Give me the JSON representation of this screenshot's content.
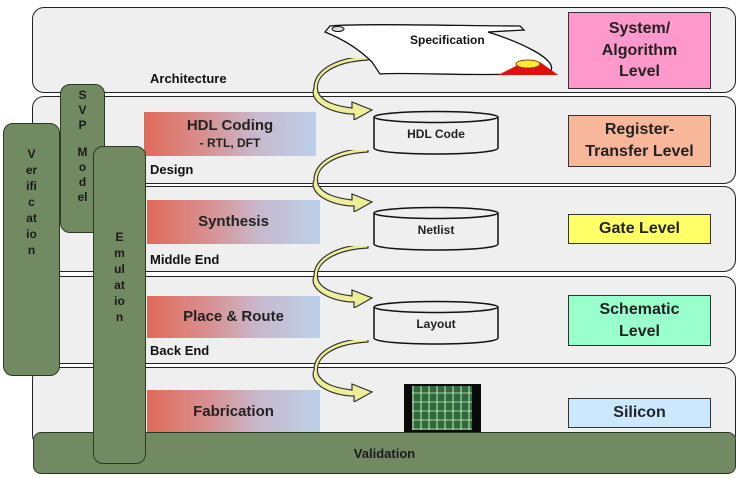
{
  "stages": [
    {
      "stage": "Architecture",
      "process": null,
      "process_sub": null,
      "artifact": "Specification",
      "level": "System/ Algorithm Level",
      "level_color": "#ff99cc"
    },
    {
      "stage": "Design",
      "process": "HDL Coding",
      "process_sub": "- RTL, DFT",
      "artifact": "HDL Code",
      "level": "Register- Transfer Level",
      "level_color": "#f8b79a"
    },
    {
      "stage": "Middle End",
      "process": "Synthesis",
      "process_sub": null,
      "artifact": "Netlist",
      "level": "Gate Level",
      "level_color": "#ffff66"
    },
    {
      "stage": "Back End",
      "process": "Place & Route",
      "process_sub": null,
      "artifact": "Layout",
      "level": "Schematic Level",
      "level_color": "#99ffcc"
    },
    {
      "stage": null,
      "process": "Fabrication",
      "process_sub": null,
      "artifact": "silicon-die-image",
      "level": "Silicon",
      "level_color": "#cce8ff"
    }
  ],
  "side_bars": {
    "verification": "Verification",
    "svp_model": "SVP Model",
    "emulation": "Emulation",
    "validation": "Validation"
  },
  "colors": {
    "band_fill": "#efefef",
    "bar_green": "#728a62",
    "arrow_fill": "#eeee99"
  }
}
